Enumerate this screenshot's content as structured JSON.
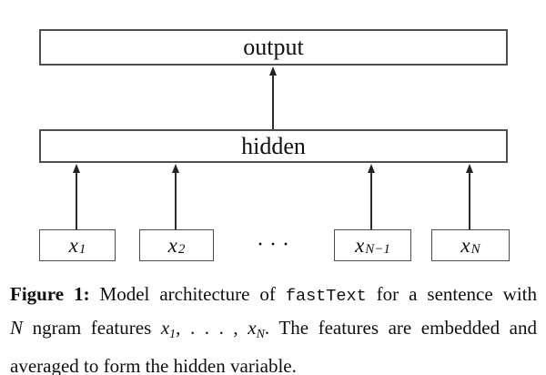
{
  "diagram": {
    "output_label": "output",
    "hidden_label": "hidden",
    "inputs": [
      {
        "base": "x",
        "sub": "1"
      },
      {
        "base": "x",
        "sub": "2"
      },
      {
        "base": "x",
        "sub": "N−1"
      },
      {
        "base": "x",
        "sub": "N"
      }
    ],
    "ellipsis": "· · ·",
    "border_color": "#4f4f4f",
    "arrow_color": "#2d2d2d"
  },
  "caption": {
    "line1": {
      "label": "Figure 1:",
      "text1": " Model architecture of ",
      "code": "fastText",
      "text2": " for a sentence with"
    },
    "line2": {
      "math1": "N",
      "text1": " ngram features ",
      "math2": "x",
      "sub2": "1",
      "text2": ", . . . , ",
      "math3": "x",
      "sub3": "N",
      "text3": ". The features are embedded and"
    },
    "line3": {
      "text": "averaged to form the hidden variable."
    }
  }
}
